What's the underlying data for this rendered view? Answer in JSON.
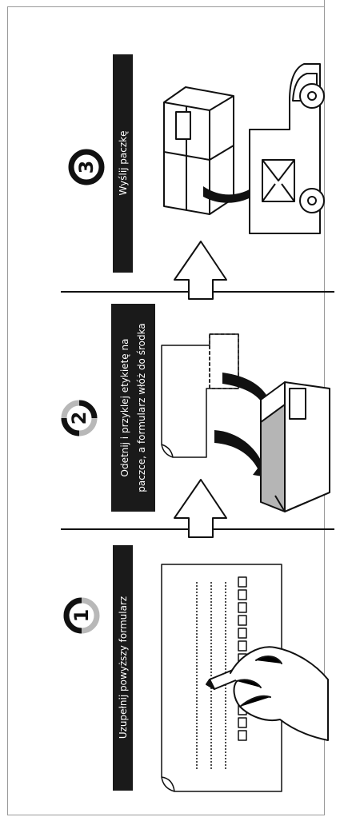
{
  "steps": [
    {
      "number": "1",
      "label_lines": [
        "Uzupełnij powyższy formularz"
      ]
    },
    {
      "number": "2",
      "label_lines": [
        "Odetnij i przyklej etykietę na",
        "paczce, a formularz włóż do środka"
      ]
    },
    {
      "number": "3",
      "label_lines": [
        "Wyślij paczkę"
      ]
    }
  ],
  "colors": {
    "ink": "#111111",
    "label_bg": "#1a1a1a",
    "label_text": "#ffffff",
    "badge_gray": "#b8b8b8",
    "box_shade": "#b5b5b5"
  }
}
